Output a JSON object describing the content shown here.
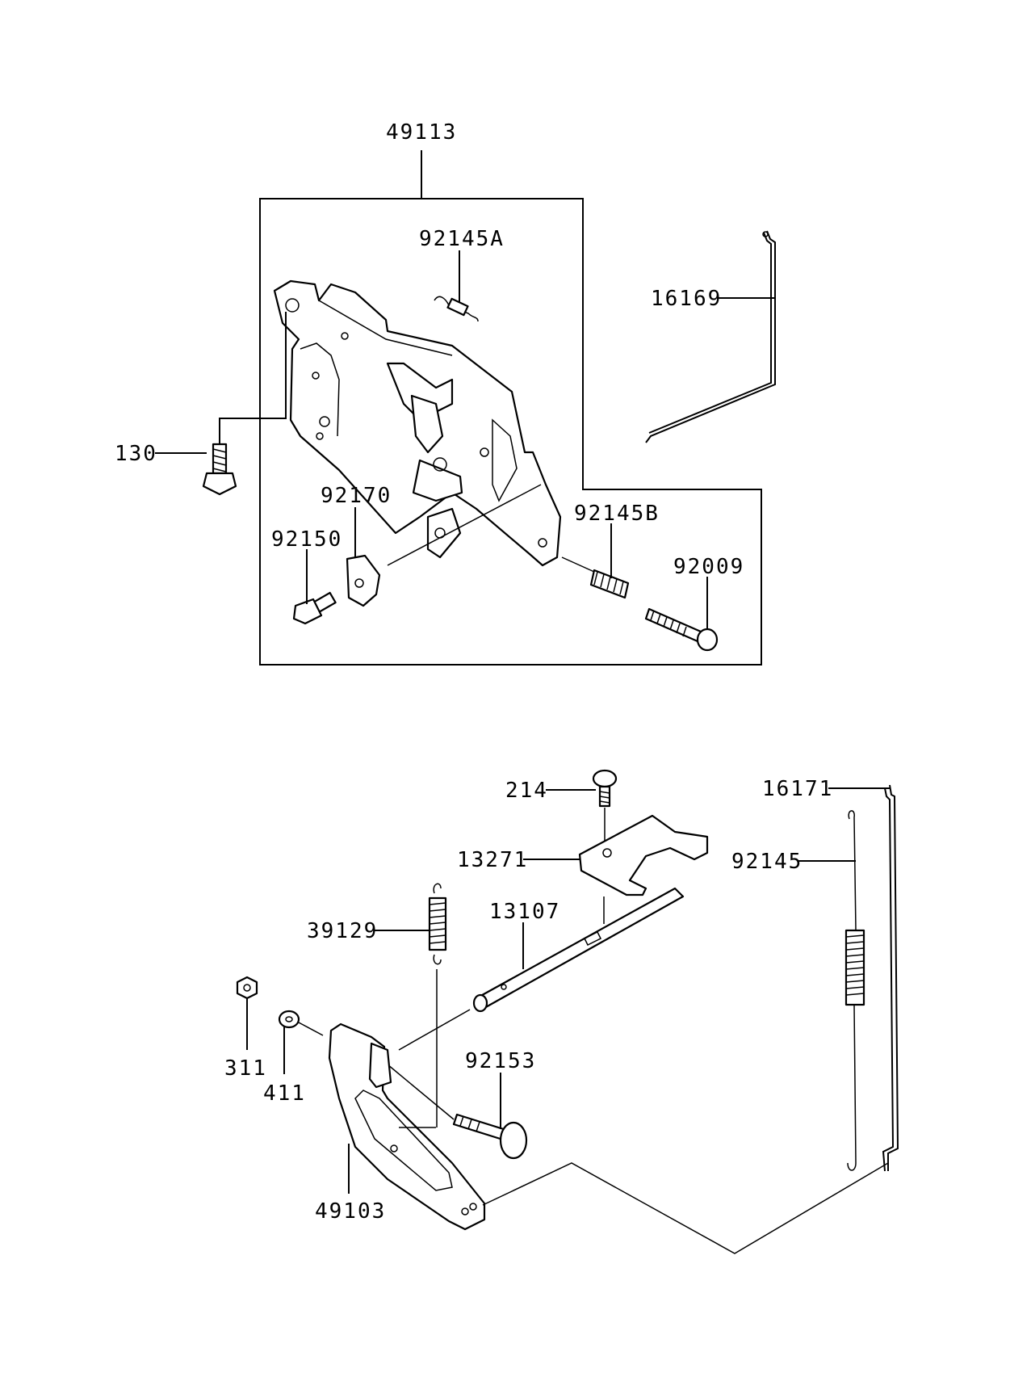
{
  "diagram": {
    "part_labels": {
      "p49113": "49113",
      "p92145A": "92145A",
      "p16169": "16169",
      "p130": "130",
      "p92170": "92170",
      "p92150": "92150",
      "p92145B": "92145B",
      "p92009": "92009",
      "p214": "214",
      "p16171": "16171",
      "p13271": "13271",
      "p92145": "92145",
      "p13107": "13107",
      "p39129": "39129",
      "p311": "311",
      "p411": "411",
      "p92153": "92153",
      "p49103": "49103"
    }
  }
}
